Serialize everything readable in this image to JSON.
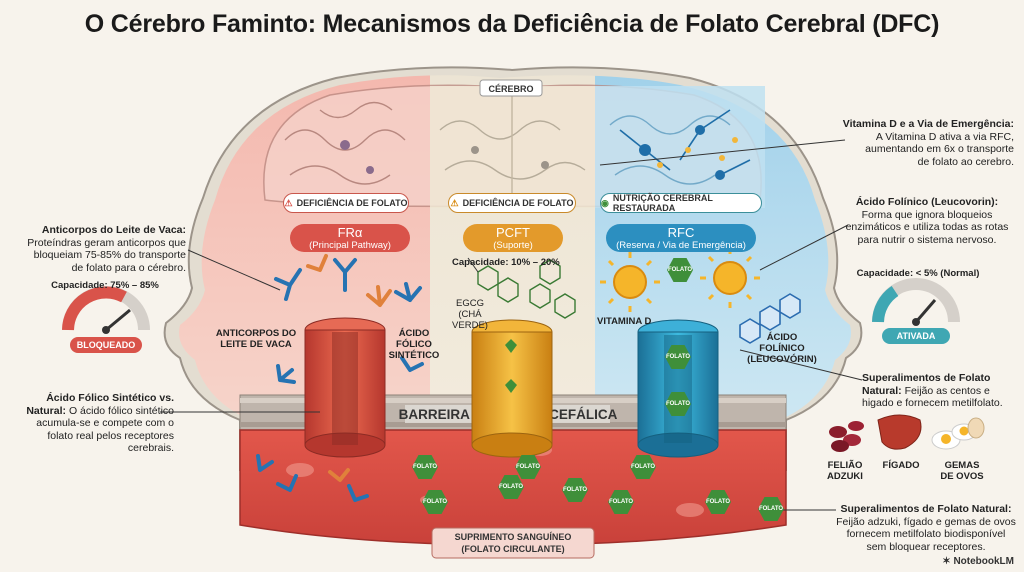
{
  "title": "O Cérebro Faminto: Mecanismos da Deficiência de Folato Cerebral (DFC)",
  "brain_label": "CÉREBRO",
  "columns": {
    "fra": {
      "banner": "DEFICIÊNCIA DE FOLATO",
      "name": "FRα",
      "sub": "(Principal Pathway)"
    },
    "pcft": {
      "banner": "DEFICIÊNCIA DE FOLATO",
      "name": "PCFT",
      "sub": "(Suporte)",
      "capacity": "Capacidade: 10% – 20%",
      "egcg": "EGCG\n(CHÁ VERDE)"
    },
    "rfc": {
      "banner": "NUTRIÇÃO CEREBRAL RESTAURADA",
      "name": "RFC",
      "sub": "(Reserva / Via de Emergência)"
    }
  },
  "barrier_label": "BARREIRA HEMATOENCEFÁLICA",
  "blood_label": "SUPRIMENTO SANGUÍNEO\n(FOLATO CIRCULANTE)",
  "folato_tag": "FOLATO",
  "left_annotations": {
    "milk_title": "Anticorpos do Leite de Vaca:",
    "milk_body": "Proteíndras geram anticorpos que bloqueiam 75-85% do transporte de folato para o cérebro.",
    "gauge_left_caption": "Capacidade: 75% – 85%",
    "gauge_left_label": "BLOQUEADO",
    "synthetic_title": "Ácido Fólico Sintético vs. Natural:",
    "synthetic_body": "O ácido fólico sintético acumula-se e compete com o folato real pelos receptores cerebrais."
  },
  "inner_labels": {
    "milk_antibodies": "ANTICORPOS DO\nLEITE DE VACA",
    "synthetic_acid": "ÁCIDO\nFÓLICO\nSINTÉTICO",
    "vitamin_d": "VITAMINA D",
    "folinic": "ÁCIDO\nFOLÍNICO\n(LEUCOVÓRIN)"
  },
  "right_annotations": {
    "vitd_title": "Vitamina D e a Via de Emergência:",
    "vitd_body": "A Vitamina D ativa a via RFC, aumentando em 6x o transporte de folato ao cerebro.",
    "folinic_title": "Ácido Folínico (Leucovorin):",
    "folinic_body": "Forma que ignora bloqueios enzimáticos e utiliza todas as rotas para nutrir o sistema nervoso.",
    "gauge_right_caption": "Capacidade: < 5% (Normal)",
    "gauge_right_label": "ATIVADA",
    "superfood_top_title": "Superalimentos de Folato Natural:",
    "superfood_top_body": "Feijão as centos e higado e fornecem metilfolato.",
    "foods": [
      "FELIÃO\nADZUKI",
      "FÍGADO",
      "GEMAS\nDE OVOS"
    ],
    "superfood_bottom_title": "Superalimentos de Folato Natural:",
    "superfood_bottom_body": "Feijão adzuki, fígado e gemas de ovos fornecem metilfolato biodisponível sem bloquear receptores."
  },
  "footer_brand": "NotebookLM",
  "colors": {
    "red": "#d9534a",
    "orange": "#e39a2b",
    "blue": "#2c8fc0",
    "teal": "#3fa7b3",
    "green": "#3f8f3a"
  }
}
